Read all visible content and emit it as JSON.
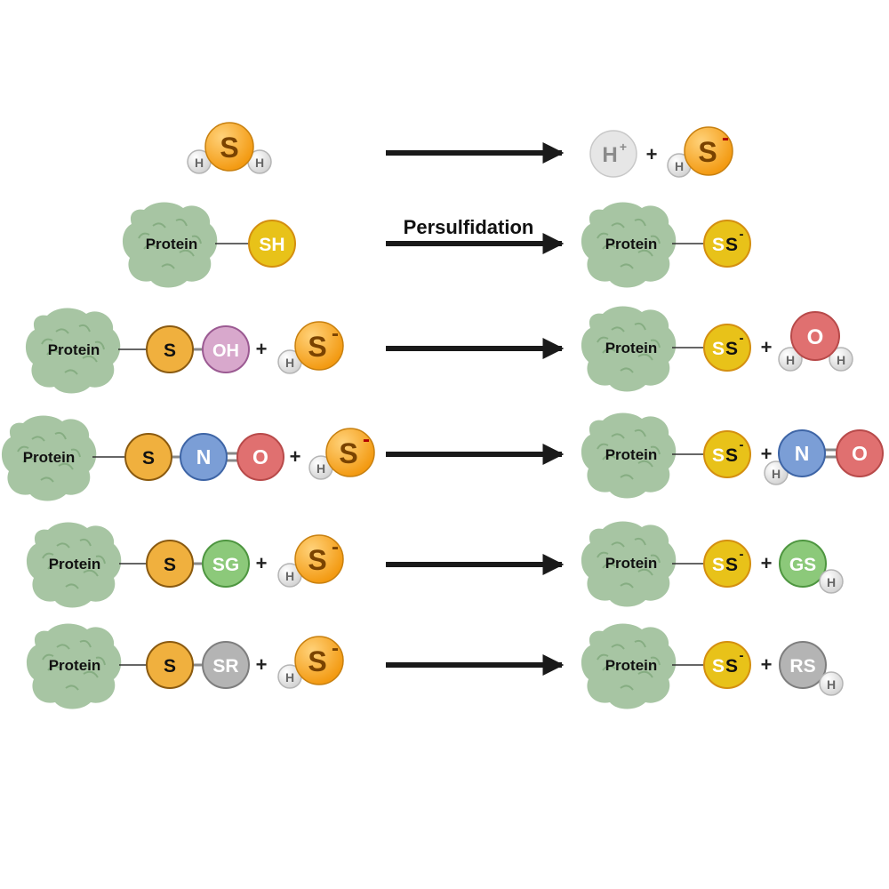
{
  "labels": {
    "protein": "Protein",
    "persulfidation": "Persulfidation",
    "plus": "+",
    "h": "H",
    "h_plus": "H",
    "plus_sup": "+",
    "s": "S",
    "sh": "SH",
    "oh": "OH",
    "n": "N",
    "o": "O",
    "sg": "SG",
    "sr": "SR",
    "gs": "GS",
    "rs": "RS",
    "ss_first": "S",
    "ss_second": "S",
    "minus": "-"
  },
  "colors": {
    "sulfur_orange": "#f5a623",
    "sulfur_yellow": "#e8c219",
    "oh_pink": "#d8a8cc",
    "nitrogen_blue": "#7b9ed6",
    "oxygen_red": "#e07070",
    "sg_green": "#8cc97a",
    "sr_gray": "#b4b4b4",
    "hydrogen": "#e0e0e0",
    "protein_green": "#9dbf99",
    "arrow": "#1a1a1a"
  },
  "icons": {
    "protein": "protein-blob-icon",
    "arrow": "reaction-arrow-icon"
  }
}
